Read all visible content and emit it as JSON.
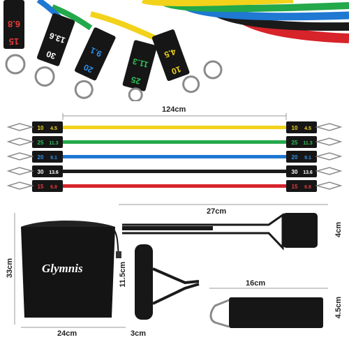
{
  "colors": {
    "yellow": "#f2d21b",
    "green": "#23a84a",
    "blue": "#1f78d1",
    "black": "#1a1a1a",
    "red": "#d7232a",
    "tag": "#161616",
    "metal": "#8a8a8a"
  },
  "bands": [
    {
      "color": "yellow",
      "lbs": "10",
      "kg": "4.5",
      "text_color": "#f2d21b"
    },
    {
      "color": "green",
      "lbs": "25",
      "kg": "11.3",
      "text_color": "#2fc05a"
    },
    {
      "color": "blue",
      "lbs": "20",
      "kg": "9.1",
      "text_color": "#2f8fe8"
    },
    {
      "color": "black",
      "lbs": "30",
      "kg": "13.6",
      "text_color": "#ffffff"
    },
    {
      "color": "red",
      "lbs": "15",
      "kg": "6.8",
      "text_color": "#e23a3a"
    }
  ],
  "dimensions": {
    "band_length": "124cm",
    "handle_strap_length": "27cm",
    "handle_width": "4cm",
    "bag_height": "33cm",
    "bag_width": "24cm",
    "handle_height": "11.5cm",
    "handle_grip": "3cm",
    "ankle_strap_length": "16cm",
    "ankle_strap_width": "4.5cm"
  },
  "brand": {
    "name": "Glymnis"
  }
}
